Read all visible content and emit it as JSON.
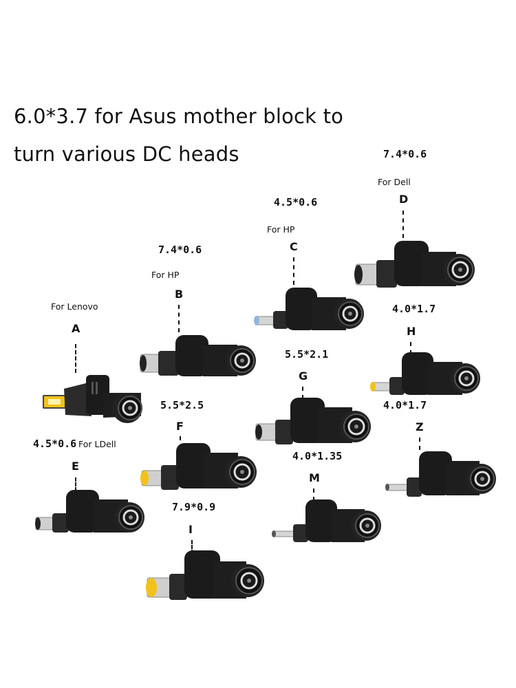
{
  "headline": {
    "line1": "6.0*3.7 for Asus mother block to",
    "line2": "turn various DC heads"
  },
  "connectors": [
    {
      "letter": "A",
      "size": "",
      "brand": "For Lenovo",
      "tip": "square-yellow"
    },
    {
      "letter": "B",
      "size": "7.4*0.6",
      "brand": "For HP",
      "tip": "silver"
    },
    {
      "letter": "C",
      "size": "4.5*0.6",
      "brand": "For HP",
      "tip": "blue"
    },
    {
      "letter": "D",
      "size": "7.4*0.6",
      "brand": "For Dell",
      "tip": "silver"
    },
    {
      "letter": "E",
      "size": "4.5*0.6",
      "brand": "For LDell",
      "tip": "silver"
    },
    {
      "letter": "F",
      "size": "5.5*2.5",
      "brand": "",
      "tip": "yellow"
    },
    {
      "letter": "G",
      "size": "5.5*2.1",
      "brand": "",
      "tip": "silver"
    },
    {
      "letter": "H",
      "size": "4.0*1.7",
      "brand": "",
      "tip": "yellow"
    },
    {
      "letter": "I",
      "size": "7.9*0.9",
      "brand": "",
      "tip": "yellow"
    },
    {
      "letter": "M",
      "size": "4.0*1.35",
      "brand": "",
      "tip": "silver"
    },
    {
      "letter": "Z",
      "size": "4.0*1.7",
      "brand": "",
      "tip": "silver"
    }
  ],
  "colors": {
    "body": "#1b1b1b",
    "metal": "#c8c8c8",
    "yellow": "#f2c21b",
    "blue": "#8fb6e0"
  }
}
